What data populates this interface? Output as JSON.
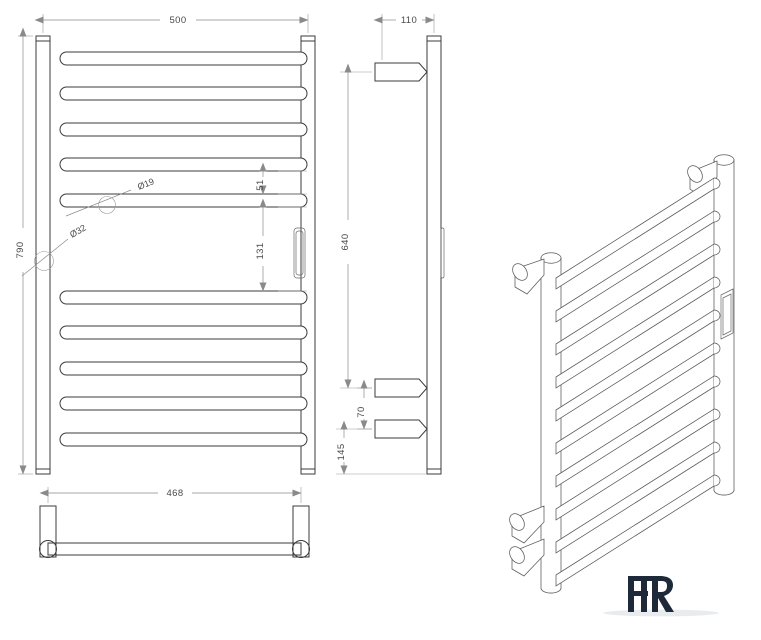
{
  "document": {
    "type": "technical-drawing",
    "subject": "heated towel rail / towel warmer ladder",
    "units": "mm",
    "background_color": "#ffffff",
    "line_color": "#3b3b3b",
    "dimension_color": "#8a8a8a",
    "text_color": "#4a4a4a"
  },
  "views": {
    "front": {
      "name": "front-elevation",
      "rung_count": 10,
      "dimensions": {
        "width": "500",
        "height": "790",
        "rung_gap_small": "51",
        "rung_gap_large": "131"
      },
      "callouts": {
        "rung_diameter": "Ø19",
        "post_diameter": "Ø32"
      }
    },
    "side": {
      "name": "side-elevation",
      "dimensions": {
        "depth": "110",
        "bracket_span": "640",
        "lower_offset": "145",
        "bracket_gap": "70"
      }
    },
    "top": {
      "name": "top-plan-view",
      "dimensions": {
        "width": "468"
      }
    },
    "iso": {
      "name": "isometric-3d-view",
      "rung_count": 10
    }
  },
  "logo": {
    "mark": "FR",
    "color": "#1e2a3a"
  },
  "labels": {
    "d500": "500",
    "d790": "790",
    "d51": "51",
    "d131": "131",
    "d19": "Ø19",
    "d32": "Ø32",
    "d110": "110",
    "d640": "640",
    "d145": "145",
    "d70": "70",
    "d468": "468"
  }
}
